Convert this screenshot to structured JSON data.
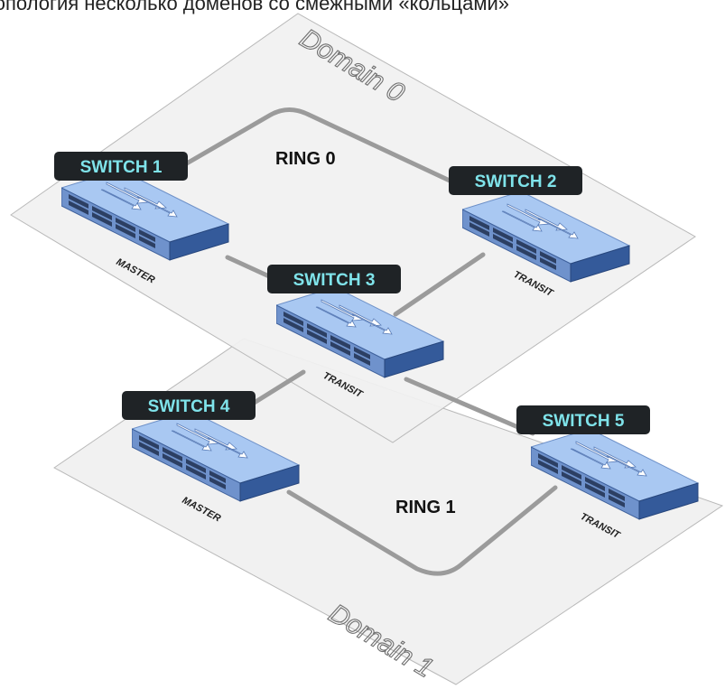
{
  "caption": "Топология несколько доменов со смежными «кольцами»",
  "domains": [
    {
      "id": "domain0",
      "label": "Domain 0"
    },
    {
      "id": "domain1",
      "label": "Domain 1"
    }
  ],
  "rings": [
    {
      "id": "ring0",
      "label": "RING 0"
    },
    {
      "id": "ring1",
      "label": "RING 1"
    }
  ],
  "switches": [
    {
      "id": "sw1",
      "label": "SWITCH 1",
      "role": "MASTER"
    },
    {
      "id": "sw2",
      "label": "SWITCH 2",
      "role": "TRANSIT"
    },
    {
      "id": "sw3",
      "label": "SWITCH 3",
      "role": "TRANSIT"
    },
    {
      "id": "sw4",
      "label": "SWITCH 4",
      "role": "MASTER"
    },
    {
      "id": "sw5",
      "label": "SWITCH 5",
      "role": "TRANSIT"
    }
  ],
  "colors": {
    "plane_fill": "#f1f1f1",
    "plane_stroke": "#b9b9b9",
    "link": "#9b9b9b",
    "label_bg": "#1f2326",
    "label_text": "#7fe3ea",
    "switch_top": "#a9c8f2",
    "switch_front": "#6f92cc",
    "switch_side": "#345a9a"
  }
}
